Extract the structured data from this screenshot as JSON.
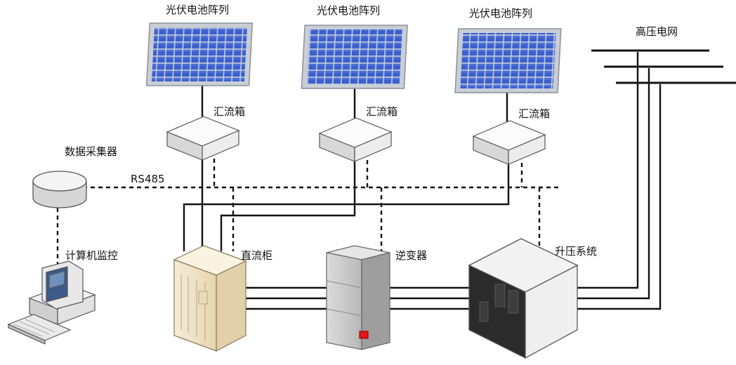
{
  "labels": {
    "panel_1": "光伏电池阵列",
    "panel_2": "光伏电池阵列",
    "panel_3": "光伏电池阵列",
    "combiner_1": "汇流箱",
    "combiner_2": "汇流箱",
    "combiner_3": "汇流箱",
    "grid": "高压电网",
    "data_collector": "数据采集器",
    "rs485": "RS485",
    "computer": "计算机监控",
    "dc_cabinet": "直流柜",
    "inverter": "逆变器",
    "step_up": "升压系统"
  },
  "colors": {
    "panel_cell": "#3a5fcf",
    "panel_frame": "#c9ced6",
    "dc_cabinet": "#f0e4c8",
    "inverter": "#c8c8c8",
    "inverter_indicator": "#e01818",
    "line": "#111111"
  }
}
